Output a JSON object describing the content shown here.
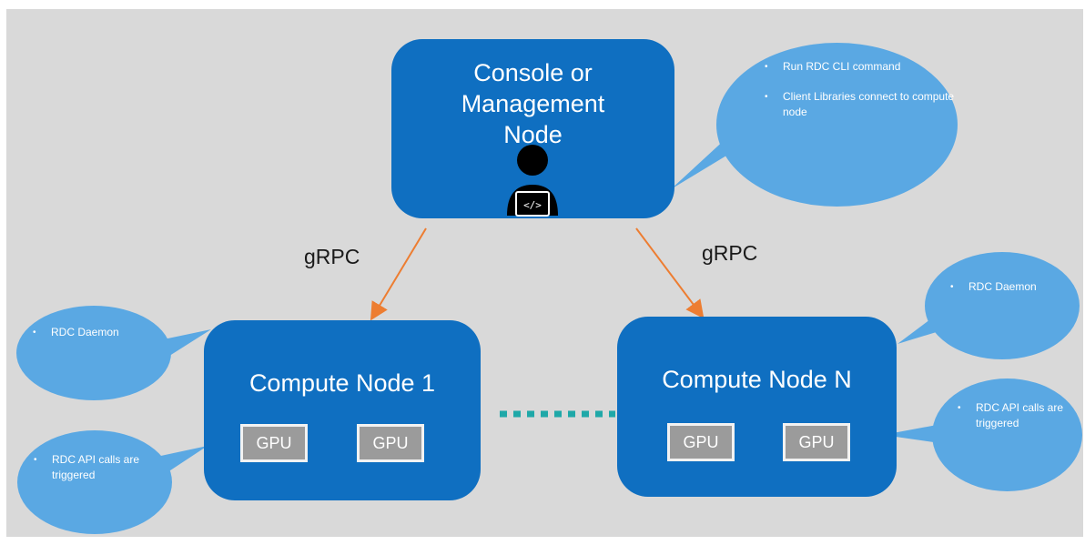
{
  "console": {
    "title": "Console or Management Node",
    "icon": "developer-with-laptop-icon"
  },
  "console_bubble": {
    "items": [
      "Run RDC CLI command",
      "Client Libraries connect to compute node"
    ]
  },
  "connections": {
    "left_label": "gRPC",
    "right_label": "gRPC",
    "arrow_color": "#ed7d31",
    "dotted_color": "#1fa8a8"
  },
  "compute_nodes": [
    {
      "title": "Compute Node 1",
      "gpus": [
        "GPU",
        "GPU"
      ]
    },
    {
      "title": "Compute Node N",
      "gpus": [
        "GPU",
        "GPU"
      ]
    }
  ],
  "bubbles": {
    "cn1_daemon": "RDC Daemon",
    "cn1_api": "RDC API calls are triggered",
    "cnn_daemon": "RDC Daemon",
    "cnn_api": "RDC API calls are triggered"
  },
  "colors": {
    "node_fill": "#0f6fc1",
    "bubble_fill": "#5aa8e3",
    "background": "#d9d9d9"
  }
}
